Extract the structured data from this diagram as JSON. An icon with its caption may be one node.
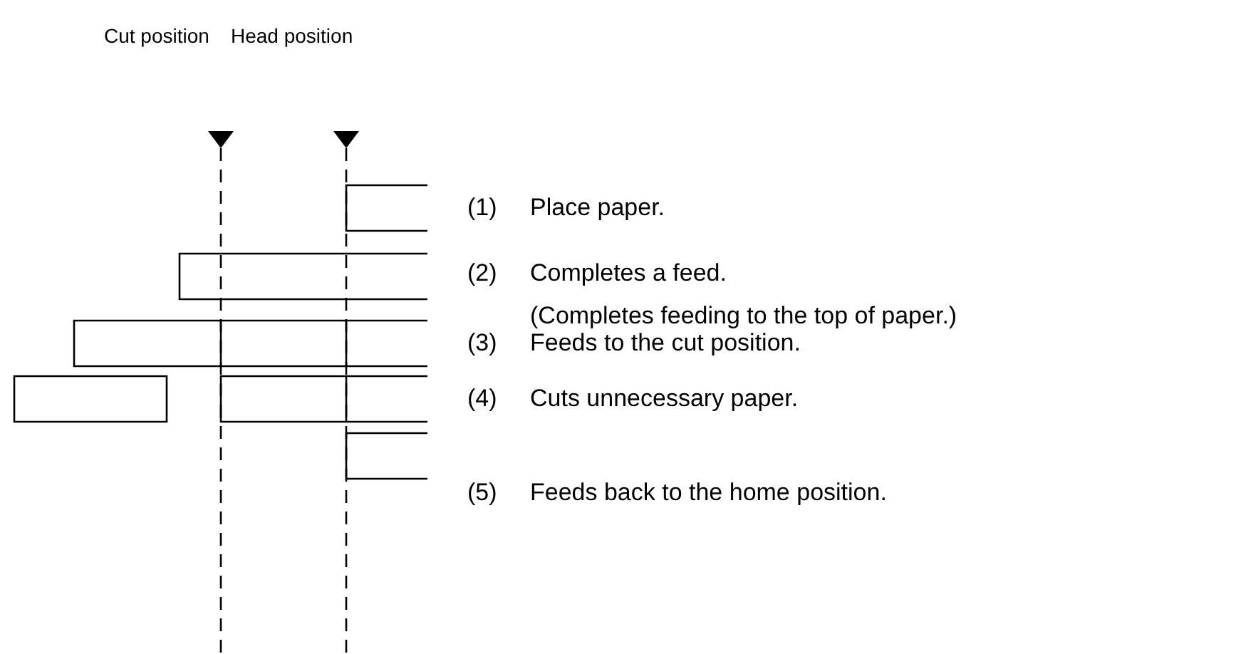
{
  "diagram": {
    "labels": [
      "Cut position",
      "Head position",
      "(1)",
      "Place paper.",
      "(2)",
      "Completes a feed.",
      "(Completes feeding to the top of paper.)",
      "(3)",
      "Feeds to the cut position.",
      "(4)",
      "Cuts unnecessary paper.",
      "(5)",
      "Feeds back to the home position."
    ]
  }
}
